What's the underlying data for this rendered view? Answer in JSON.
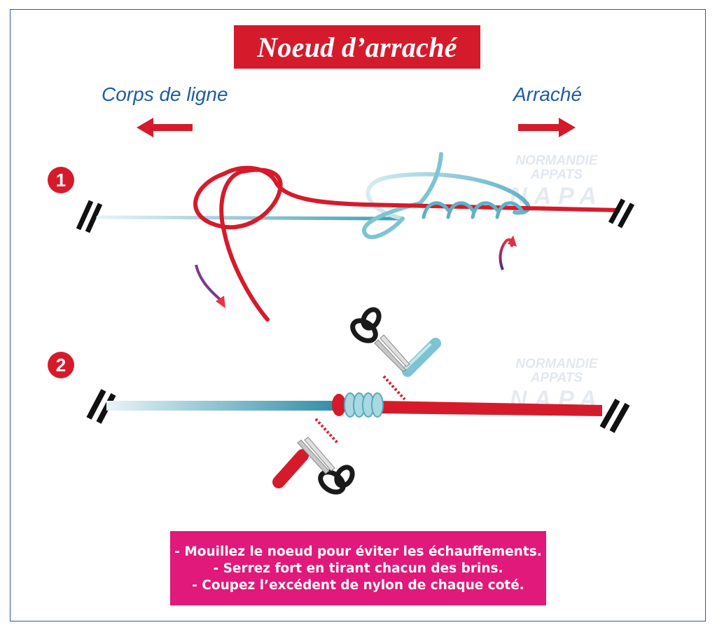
{
  "title": "Noeud d’arraché",
  "labels": {
    "left": "Corps de ligne",
    "right": "Arraché"
  },
  "steps": [
    "1",
    "2"
  ],
  "watermark": {
    "line1": "NORMANDIE",
    "line2": "APPATS",
    "line3": "NAPA"
  },
  "tips": [
    "- Mouillez le noeud pour éviter les échauffements.",
    "- Serrez fort en tirant chacun des brins.",
    "- Coupez l’excédent de nylon de chaque coté."
  ],
  "colors": {
    "title_bg": "#d51b2b",
    "label_blue": "#1d5ba8",
    "red_line": "#d51b2b",
    "blue_line": "#6cb8c8",
    "tips_bg": "#e0197a",
    "frame": "#2c5d9c"
  }
}
